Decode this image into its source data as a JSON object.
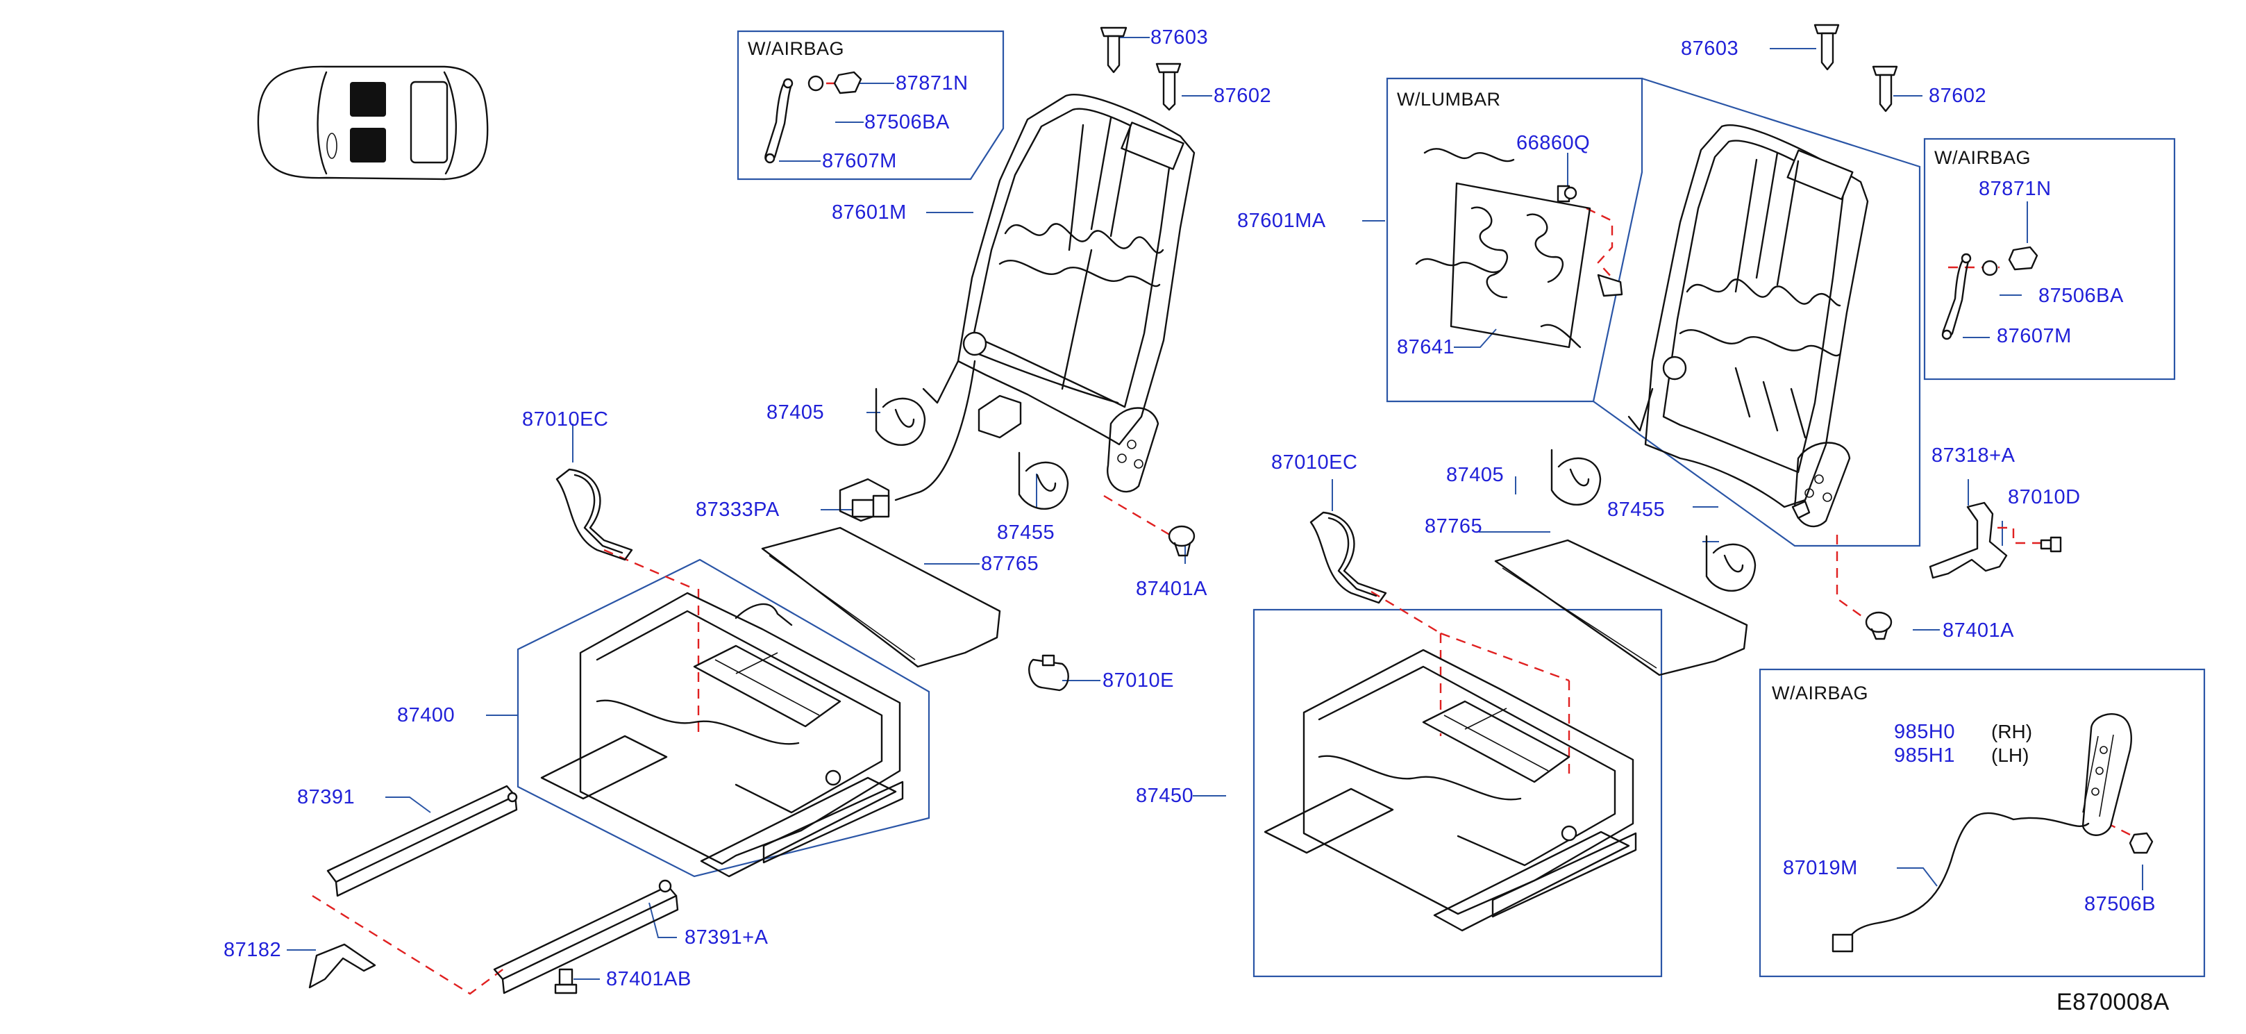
{
  "diagram": {
    "reference_code": "E870008A",
    "captions": {
      "airbag_left": "W/AIRBAG",
      "lumbar": "W/LUMBAR",
      "airbag_right": "W/AIRBAG",
      "airbag_module": "W/AIRBAG"
    },
    "side_notes": {
      "rh": "(RH)",
      "lh": "(LH)"
    },
    "parts": {
      "p87603_left": "87603",
      "p87602_left": "87602",
      "p87871N_left": "87871N",
      "p87506BA_left": "87506BA",
      "p87607M_left": "87607M",
      "p87601M": "87601M",
      "p87405_left": "87405",
      "p87010EC_left": "87010EC",
      "p87333PA": "87333PA",
      "p87455_left": "87455",
      "p87765_left": "87765",
      "p87401A_left": "87401A",
      "p87010E": "87010E",
      "p87400": "87400",
      "p87391": "87391",
      "p87391A": "87391+A",
      "p87182": "87182",
      "p87401AB": "87401AB",
      "p87603_right": "87603",
      "p87602_right": "87602",
      "p66860Q": "66860Q",
      "p87601MA": "87601MA",
      "p87641": "87641",
      "p87871N_right": "87871N",
      "p87506BA_right": "87506BA",
      "p87607M_right": "87607M",
      "p87010EC_right": "87010EC",
      "p87405_right": "87405",
      "p87765_right": "87765",
      "p87455_right": "87455",
      "p87318A": "87318+A",
      "p87010D": "87010D",
      "p87401A_right": "87401A",
      "p87450": "87450",
      "p985H0": "985H0",
      "p985H1": "985H1",
      "p87019M": "87019M",
      "p87506B": "87506B"
    }
  }
}
